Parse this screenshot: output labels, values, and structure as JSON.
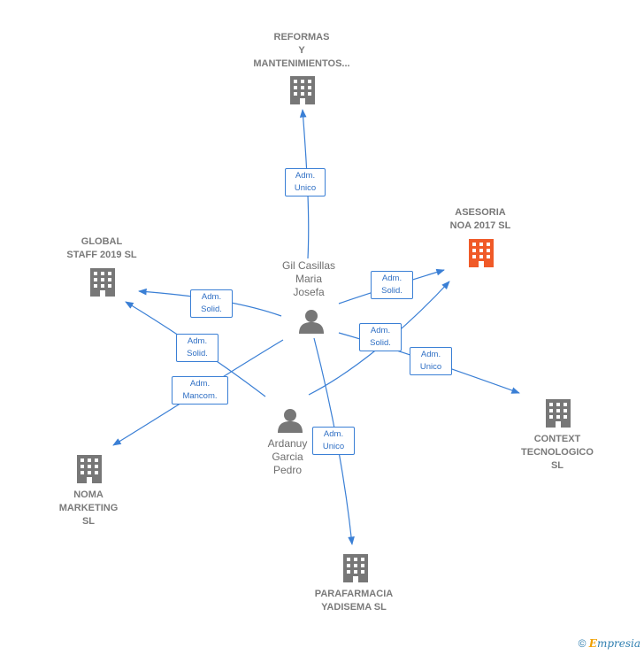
{
  "nodes": {
    "reformas": {
      "label": "REFORMAS\nY\nMANTENIMIENTOS...",
      "icon": "building-icon"
    },
    "asesoria": {
      "label": "ASESORIA\nNOA 2017  SL",
      "icon": "building-icon",
      "color": "#f05a28"
    },
    "global": {
      "label": "GLOBAL\nSTAFF 2019  SL",
      "icon": "building-icon"
    },
    "gil": {
      "label": "Gil Casillas\nMaria\nJosefa",
      "icon": "person-icon"
    },
    "ardanuy": {
      "label": "Ardanuy\nGarcia\nPedro",
      "icon": "person-icon"
    },
    "context": {
      "label": "CONTEXT\nTECNOLOGICO\nSL",
      "icon": "building-icon"
    },
    "noma": {
      "label": "NOMA\nMARKETING\nSL",
      "icon": "building-icon"
    },
    "parafarmacia": {
      "label": "PARAFARMACIA\nYADISEMA  SL",
      "icon": "building-icon"
    }
  },
  "edges": [
    {
      "from": "gil",
      "to": "reformas",
      "label": "Adm.\nUnico"
    },
    {
      "from": "gil",
      "to": "asesoria",
      "label": "Adm.\nSolid."
    },
    {
      "from": "ardanuy",
      "to": "asesoria",
      "label": "Adm.\nSolid."
    },
    {
      "from": "gil",
      "to": "global",
      "label": "Adm.\nSolid."
    },
    {
      "from": "ardanuy",
      "to": "global",
      "label": "Adm.\nSolid."
    },
    {
      "from": "gil",
      "to": "noma",
      "label": "Adm.\nMancom."
    },
    {
      "from": "gil",
      "to": "context",
      "label": "Adm.\nUnico"
    },
    {
      "from": "gil",
      "to": "parafarmacia",
      "label": "Adm.\nUnico"
    }
  ],
  "colors": {
    "edge": "#3a7fd5",
    "icon": "#777777",
    "highlight": "#f05a28"
  },
  "footer": {
    "copyright": "©",
    "brand_e": "E",
    "brand_rest": "mpresia"
  }
}
